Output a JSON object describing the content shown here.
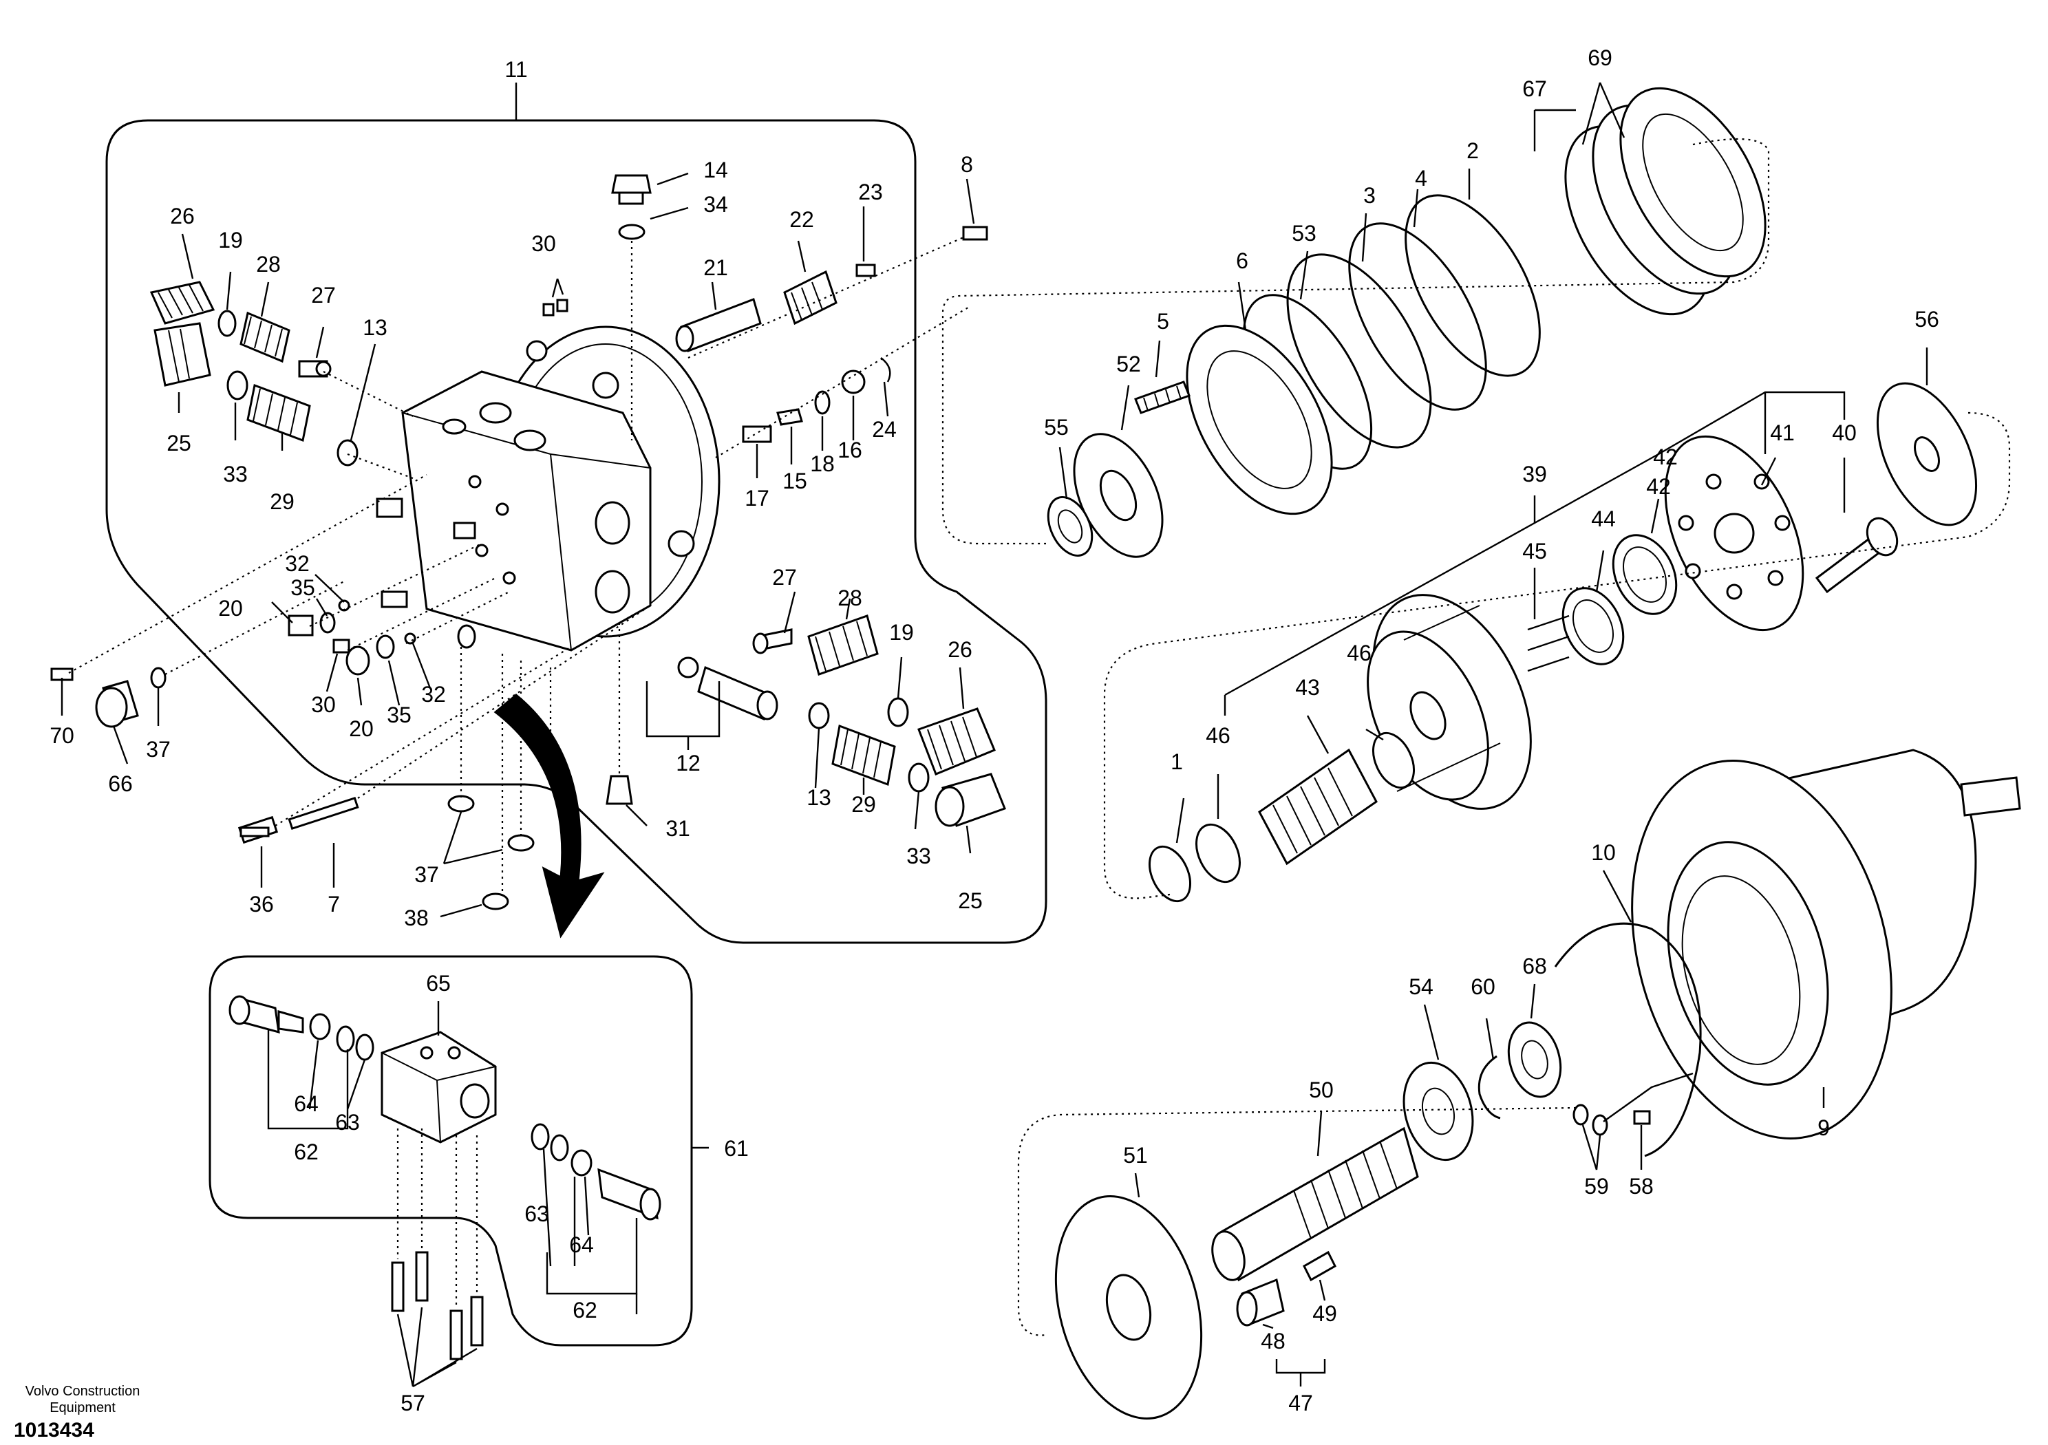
{
  "footer": {
    "brand": "Volvo Construction Equipment",
    "drawing_number": "1013434"
  },
  "labels": {
    "l11": "11",
    "l69": "69",
    "l67": "67",
    "l2": "2",
    "l3": "3",
    "l4": "4",
    "l53": "53",
    "l6": "6",
    "l14": "14",
    "l34": "34",
    "l23": "23",
    "l22": "22",
    "l8": "8",
    "l21": "21",
    "l26a": "26",
    "l19a": "19",
    "l28a": "28",
    "l27a": "27",
    "l13a": "13",
    "l25a": "25",
    "l33a": "33",
    "l29a": "29",
    "l30a": "30",
    "l24": "24",
    "l16": "16",
    "l18": "18",
    "l15": "15",
    "l17": "17",
    "l5": "5",
    "l52": "52",
    "l55": "55",
    "l56": "56",
    "l41": "41",
    "l40": "40",
    "l39": "39",
    "l42a": "42",
    "l42b": "42",
    "l44": "44",
    "l45": "45",
    "l46a": "46",
    "l46b": "46",
    "l43": "43",
    "l1": "1",
    "l32a": "32",
    "l35a": "35",
    "l20a": "20",
    "l30b": "30",
    "l20b": "20",
    "l35b": "35",
    "l32b": "32",
    "l70": "70",
    "l37a": "37",
    "l66": "66",
    "l27b": "27",
    "l28b": "28",
    "l19b": "19",
    "l26b": "26",
    "l12": "12",
    "l13b": "13",
    "l29b": "29",
    "l33b": "33",
    "l25b": "25",
    "l31": "31",
    "l36": "36",
    "l7": "7",
    "l37b": "37",
    "l38": "38",
    "l65": "65",
    "l64a": "64",
    "l63a": "63",
    "l62a": "62",
    "l61": "61",
    "l63b": "63",
    "l64b": "64",
    "l62b": "62",
    "l57": "57",
    "l10": "10",
    "l68": "68",
    "l54": "54",
    "l60": "60",
    "l50": "50",
    "l9": "9",
    "l51": "51",
    "l59": "59",
    "l58": "58",
    "l49": "49",
    "l48": "48",
    "l47": "47"
  }
}
